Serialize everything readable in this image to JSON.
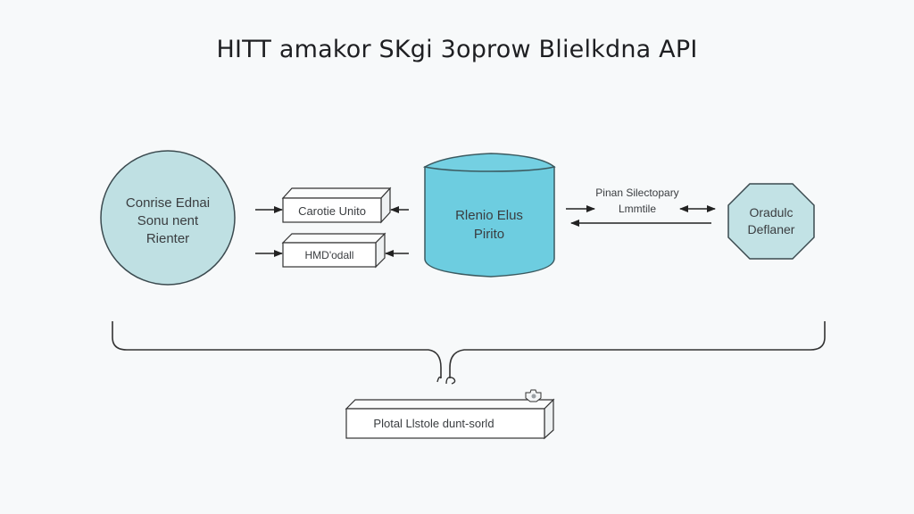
{
  "title": "HITT amakor SKgi 3oprow Blielkdna API",
  "colors": {
    "background": "#f7f9fa",
    "circle_fill": "#bfe0e3",
    "cylinder_fill": "#6dcde0",
    "hexagon_fill": "#c2e2e5",
    "stroke": "#3b4a4f",
    "line": "#222222"
  },
  "nodes": {
    "client_circle": {
      "lines": [
        "Conrise Ednai",
        "Sonu nent",
        "Rienter"
      ]
    },
    "box_top": {
      "label": "Carotie Unito"
    },
    "box_bottom": {
      "label": "HMD'odall"
    },
    "database": {
      "lines": [
        "Rlenio Elus",
        "Pirito"
      ]
    },
    "connector_label": {
      "lines": [
        "Pinan Silectopary",
        "Lmmtile"
      ]
    },
    "hexagon": {
      "lines": [
        "Oradulc",
        "Deflaner"
      ]
    },
    "bottom_box": {
      "label": "Plotal Llstole dunt-sorld"
    }
  }
}
